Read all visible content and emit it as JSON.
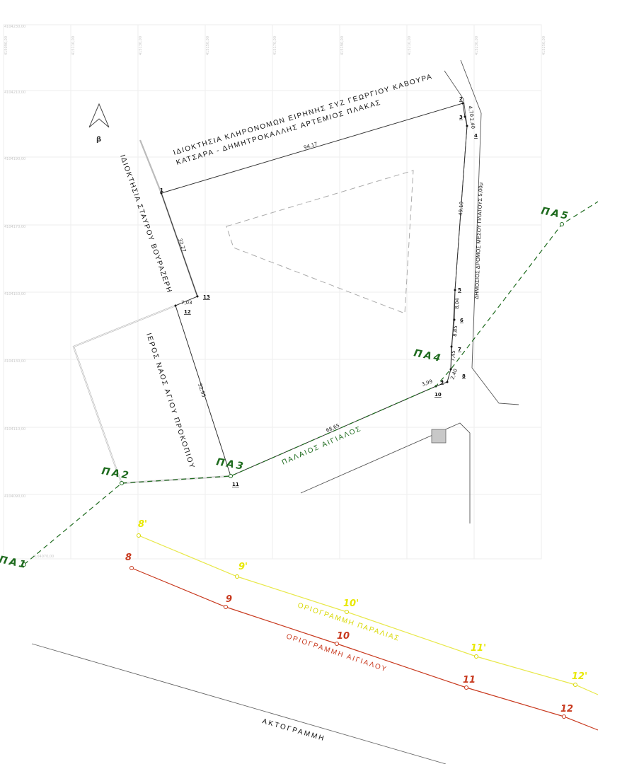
{
  "grid": {
    "x_labels": [
      "415090,00",
      "415110,00",
      "415130,00",
      "415150,00",
      "415170,00",
      "415190,00",
      "415210,00",
      "415230,00",
      "415250,00"
    ],
    "y_labels": [
      "4104230,00",
      "4104210,00",
      "4104190,00",
      "4104170,00",
      "4104150,00",
      "4104130,00",
      "4104110,00",
      "4104090,00",
      "4104070,00"
    ]
  },
  "north_label": "β",
  "owners": {
    "north_line1": "ΙΔΙΟΚΤΗΣΙΑ ΚΛΗΡΟΝΟΜΩΝ ΕΙΡΗΝΗΣ ΣΥΖ ΓΕΩΡΓΙΟΥ ΚΑΒΟΥΡΑ",
    "north_line2": "ΚΑΤΣΑΡΑ - ΔΗΜΗΤΡΟΚΑΛΛΗΣ ΑΡΤΕΜΙΟΣ ΠΛΑΚΑΣ",
    "west": "ΙΔΙΟΚΤΗΣΙΑ ΣΤΑΥΡΟΥ ΒΟΥΡΑΖΕΡΗ",
    "church": "ΙΕΡΟΣ ΝΑΟΣ ΑΓΙΟΥ ΠΡΟΚΟΠΙΟΥ",
    "road": "ΔΗΜΟΣΙΟΣ ΔΡΟΜΟΣ ΜΕΣΟΥ ΠΛΑΤΟΥΣ 5,00μ",
    "old_shore": "ΠΑΛΑΙΟΣ ΑΙΓΙΑΛΟΣ",
    "beach_line": "ΟΡΙΟΓΡΑΜΜΗ ΠΑΡΑΛΙΑΣ",
    "shore_line": "ΟΡΙΟΓΡΑΜΜΗ ΑΙΓΙΑΛΟΥ",
    "coastline": "ΑΚΤΟΓΡΑΜΜΗ"
  },
  "points": [
    "1",
    "2",
    "3",
    "4",
    "5",
    "6",
    "7",
    "8",
    "9",
    "10",
    "11",
    "12",
    "13"
  ],
  "distances": [
    "94,17",
    "4,70",
    "2,40",
    "49,10",
    "8,04",
    "8,85",
    "7,45",
    "2,40",
    "3,99",
    "68,65",
    "52,95",
    "7,03",
    "32,27"
  ],
  "old_shore_points": [
    "ΠΑ1",
    "ΠΑ2",
    "ΠΑ3",
    "ΠΑ4",
    "ΠΑ5"
  ],
  "beach_points": [
    "8'",
    "9'",
    "10'",
    "11'",
    "12'"
  ],
  "shore_points": [
    "8",
    "9",
    "10",
    "11",
    "12"
  ],
  "colors": {
    "old_shore": "#1e6b1e",
    "beach": "#e8e84a",
    "shore": "#c8391e"
  }
}
